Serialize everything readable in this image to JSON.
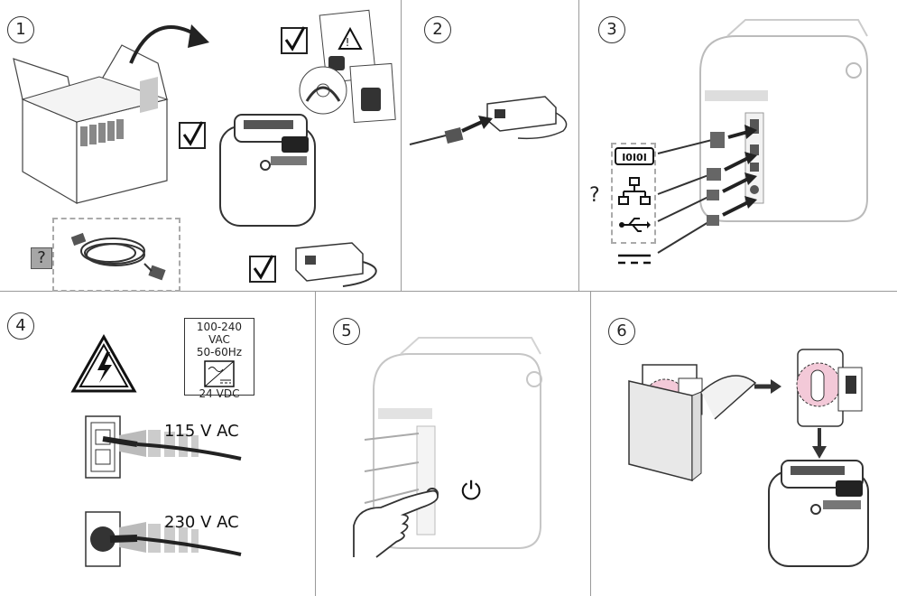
{
  "steps": [
    {
      "number": "1"
    },
    {
      "number": "2"
    },
    {
      "number": "3"
    },
    {
      "number": "4"
    },
    {
      "number": "5"
    },
    {
      "number": "6"
    }
  ],
  "step3": {
    "question_mark": "?"
  },
  "step1": {
    "question_badge": "?"
  },
  "step4": {
    "rating_line1": "100-240 VAC",
    "rating_line2": "50-60Hz",
    "rating_line3": "24 VDC",
    "outlet_us_label": "115 V AC",
    "outlet_eu_label": "230 V AC"
  },
  "step5": {
    "power_symbol": "⏻"
  },
  "colors": {
    "cartridge_pink": "#f3c9d8",
    "divider": "#9a9a9a",
    "arrow": "#444444"
  }
}
